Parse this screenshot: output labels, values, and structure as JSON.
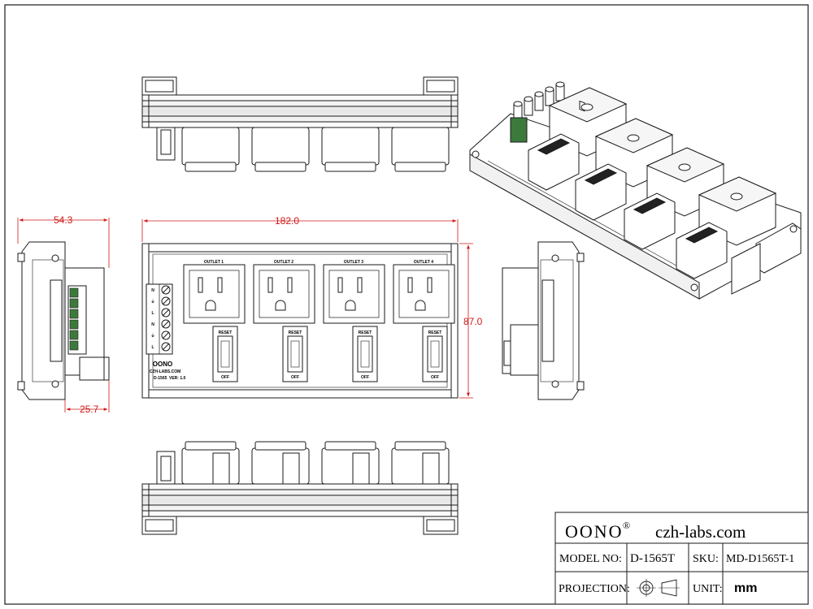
{
  "front_view": {
    "outlets": [
      {
        "label": "OUTLET 1",
        "reset": "RESET",
        "off": "OFF"
      },
      {
        "label": "OUTLET 2",
        "reset": "RESET",
        "off": "OFF"
      },
      {
        "label": "OUTLET 3",
        "reset": "RESET",
        "off": "OFF"
      },
      {
        "label": "OUTLET 4",
        "reset": "RESET",
        "off": "OFF"
      }
    ],
    "terminal_labels": [
      "N",
      "⏚",
      "L",
      "N",
      "⏚",
      "L"
    ],
    "brand": "OONO",
    "website": "CZH-LABS.COM",
    "model_text": "D-1565",
    "version_text": "VER: 1.0"
  },
  "dimensions": {
    "width": "182.0",
    "height": "87.0",
    "depth": "54.3",
    "side_depth": "25.7"
  },
  "title_block": {
    "brand": "OONO",
    "registered": "®",
    "website": "czh-labs.com",
    "model_label": "MODEL NO:",
    "model_value": "D-1565T",
    "sku_label": "SKU:",
    "sku_value": "MD-D1565T-1",
    "projection_label": "PROJECTION:",
    "unit_label": "UNIT:",
    "unit_value": "mm"
  },
  "colors": {
    "line": "#1a1a1a",
    "dimension": "#d01818",
    "terminal_green": "#3c7a3c"
  }
}
